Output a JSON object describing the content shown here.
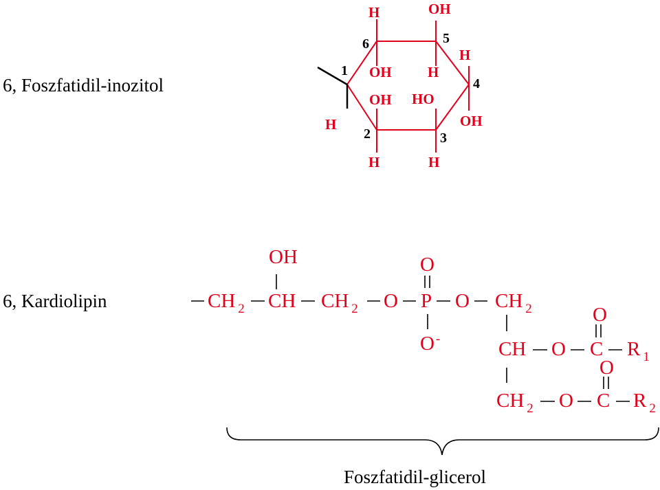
{
  "colors": {
    "text": "#000000",
    "accent": "#e2001a",
    "background": "#ffffff"
  },
  "inositol": {
    "title": "6, Foszfatidil-inozitol",
    "atoms": {
      "h_top6": "H",
      "oh_top5": "OH",
      "h_right4": "H",
      "oh_ring6": "OH",
      "h_ring5": "H",
      "oh_ring2": "OH",
      "ho_ring3": "HO",
      "oh_right4": "OH",
      "h_left2": "H",
      "h_bottom2": "H",
      "h_bottom3": "H"
    },
    "positions": {
      "p1": "1",
      "p2": "2",
      "p3": "3",
      "p4": "4",
      "p5": "5",
      "p6": "6"
    }
  },
  "cardiolipin": {
    "title": "6, Kardiolipin",
    "groups": {
      "oh": "OH",
      "ch2_a": "CH",
      "ch2_a_sub": "2",
      "ch": "CH",
      "ch2_b": "CH",
      "ch2_b_sub": "2",
      "o1": "O",
      "p": "P",
      "o_dbl": "O",
      "o2": "O",
      "ch2_c": "CH",
      "ch2_c_sub": "2",
      "o_minus": "O",
      "o_minus_sup": "-",
      "ch_mid": "CH",
      "o3": "O",
      "c1": "C",
      "o_c1": "O",
      "r1": "R",
      "r1_sub": "1",
      "ch2_d": "CH",
      "ch2_d_sub": "2",
      "o4": "O",
      "c2": "C",
      "o_c2": "O",
      "r2": "R",
      "r2_sub": "2"
    },
    "brace_label": "Foszfatidil-glicerol"
  }
}
